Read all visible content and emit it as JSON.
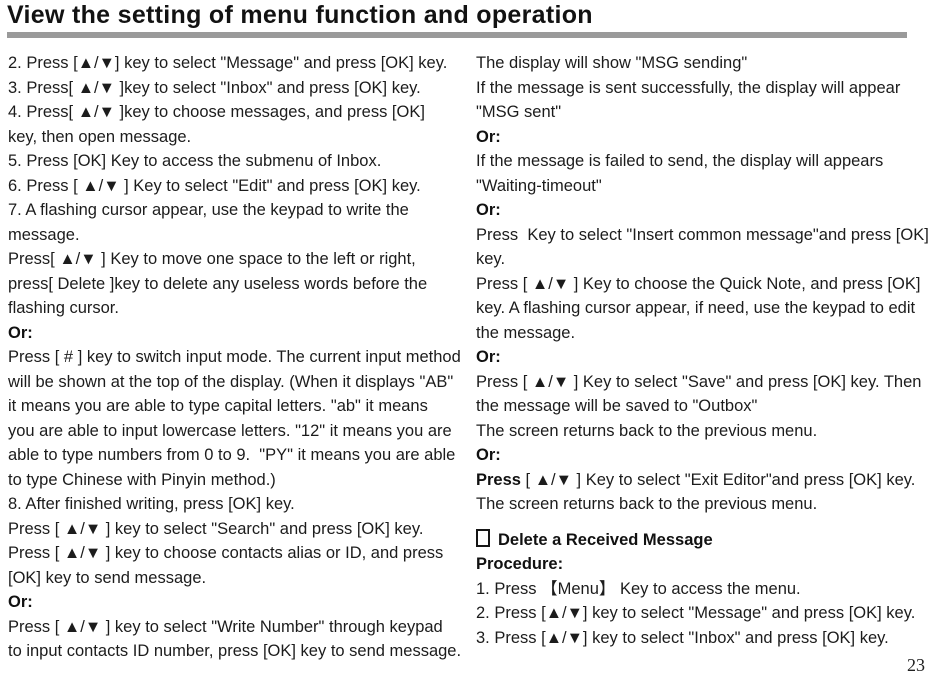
{
  "page": {
    "title": "View the setting of menu function and operation",
    "page_number": "23"
  },
  "divider_color": "#9a9a9a",
  "columns": {
    "left": {
      "lines": [
        {
          "text": "2. Press [▲/▼] key to select \"Message\" and press [OK] key."
        },
        {
          "text": "3. Press[ ▲/▼ ]key to select \"Inbox\" and press [OK] key."
        },
        {
          "text": "4. Press[ ▲/▼ ]key to choose messages, and press [OK]"
        },
        {
          "text": "key, then open message."
        },
        {
          "text": "5. Press [OK] Key to access the submenu of Inbox."
        },
        {
          "text": "6. Press [ ▲/▼ ] Key to select \"Edit\" and press [OK] key."
        },
        {
          "text": "7. A flashing cursor appear, use the keypad to write the"
        },
        {
          "text": "message."
        },
        {
          "text": "Press[ ▲/▼ ] Key to move one space to the left or right,"
        },
        {
          "text": "press[ Delete ]key to delete any useless words before the"
        },
        {
          "text": "flashing cursor."
        },
        {
          "text": "Or:",
          "bold": true
        },
        {
          "text": "Press [ # ] key to switch input mode. The current input method"
        },
        {
          "text": "will be shown at the top of the display. (When it displays \"AB\""
        },
        {
          "text": "it means you are able to type capital letters. \"ab\" it means"
        },
        {
          "text": "you are able to input lowercase letters. \"12\" it means you are"
        },
        {
          "text": "able to type numbers from 0 to 9.  \"PY\" it means you are able"
        },
        {
          "text": "to type Chinese with Pinyin method.)"
        },
        {
          "text": "8. After finished writing, press [OK] key."
        },
        {
          "text": "Press [ ▲/▼ ] key to select \"Search\" and press [OK] key."
        },
        {
          "text": "Press [ ▲/▼ ] key to choose contacts alias or ID, and press"
        },
        {
          "text": "[OK] key to send message."
        },
        {
          "text": "Or:",
          "bold": true
        },
        {
          "text": "Press [ ▲/▼ ] key to select \"Write Number\" through keypad"
        },
        {
          "text": "to input contacts ID number, press [OK] key to send message."
        }
      ]
    },
    "right": {
      "lines": [
        {
          "text": "The display will show \"MSG sending\""
        },
        {
          "text": "If the message is sent successfully, the display will appear"
        },
        {
          "text": "\"MSG sent\""
        },
        {
          "text": "Or:",
          "bold": true
        },
        {
          "text": "If the message is failed to send, the display will appears"
        },
        {
          "text": "\"Waiting-timeout\""
        },
        {
          "text": "Or:",
          "bold": true
        },
        {
          "text": "Press  Key to select \"Insert common message\"and press [OK]"
        },
        {
          "text": "key."
        },
        {
          "text": "Press [ ▲/▼ ] Key to choose the Quick Note, and press [OK]"
        },
        {
          "text": "key. A flashing cursor appear, if need, use the keypad to edit"
        },
        {
          "text": "the message."
        },
        {
          "text": "Or:",
          "bold": true
        },
        {
          "text": "Press [ ▲/▼ ] Key to select \"Save\" and press [OK] key. Then"
        },
        {
          "text": "the message will be saved to \"Outbox\""
        },
        {
          "text": "The screen returns back to the previous menu."
        },
        {
          "text": "Or:",
          "bold": true
        },
        {
          "bold_prefix": "Press",
          "text": " [ ▲/▼ ] Key to select \"Exit Editor\"and press [OK] key."
        },
        {
          "text": "The screen returns back to the previous menu."
        },
        {
          "text": "Delete a Received Message",
          "bold": true,
          "box": true,
          "gap_before": 11,
          "name": "section-heading"
        },
        {
          "text": "Procedure:",
          "bold": true,
          "name": "section-subheading"
        },
        {
          "text": "1. Press 【Menu】 Key to access the menu."
        },
        {
          "text": "2. Press [▲/▼] key to select \"Message\" and press [OK] key."
        },
        {
          "text": "3. Press [▲/▼] key to select \"Inbox\" and press [OK] key."
        }
      ]
    }
  }
}
